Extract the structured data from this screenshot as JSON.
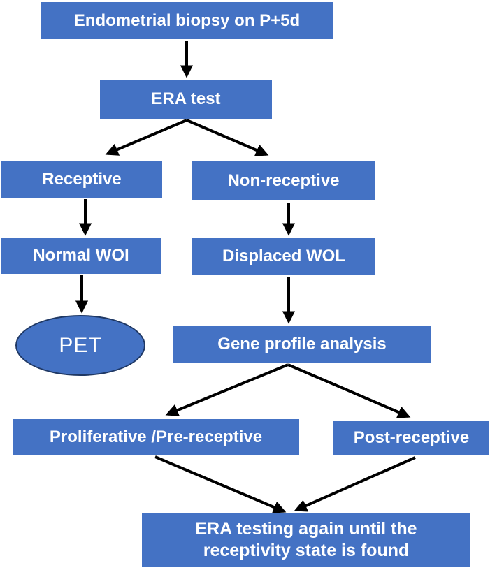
{
  "figure": {
    "type": "flowchart",
    "background_color": "#ffffff",
    "node_fill_color": "#4472C4",
    "node_text_color": "#ffffff",
    "arrow_color": "#000000",
    "ellipse_border_color": "#1F3864",
    "nodes": {
      "biopsy": {
        "label": "Endometrial biopsy on P+5d",
        "shape": "rect"
      },
      "era_test": {
        "label": "ERA test",
        "shape": "rect"
      },
      "receptive": {
        "label": "Receptive",
        "shape": "rect"
      },
      "non_receptive": {
        "label": "Non-receptive",
        "shape": "rect"
      },
      "normal_woi": {
        "label": "Normal WOI",
        "shape": "rect"
      },
      "displaced_wol": {
        "label": "Displaced WOL",
        "shape": "rect"
      },
      "pet": {
        "label": "PET",
        "shape": "ellipse"
      },
      "gene_profile": {
        "label": "Gene profile analysis",
        "shape": "rect"
      },
      "proliferative": {
        "label": "Proliferative /Pre-receptive",
        "shape": "rect"
      },
      "post_receptive": {
        "label": "Post-receptive",
        "shape": "rect"
      },
      "era_again": {
        "label": "ERA testing again until the receptivity state is found",
        "shape": "rect"
      }
    },
    "edges": [
      {
        "from": "biopsy",
        "to": "era_test"
      },
      {
        "from": "era_test",
        "to": "receptive"
      },
      {
        "from": "era_test",
        "to": "non_receptive"
      },
      {
        "from": "receptive",
        "to": "normal_woi"
      },
      {
        "from": "non_receptive",
        "to": "displaced_wol"
      },
      {
        "from": "normal_woi",
        "to": "pet"
      },
      {
        "from": "displaced_wol",
        "to": "gene_profile"
      },
      {
        "from": "gene_profile",
        "to": "proliferative"
      },
      {
        "from": "gene_profile",
        "to": "post_receptive"
      },
      {
        "from": "proliferative",
        "to": "era_again"
      },
      {
        "from": "post_receptive",
        "to": "era_again"
      }
    ]
  }
}
